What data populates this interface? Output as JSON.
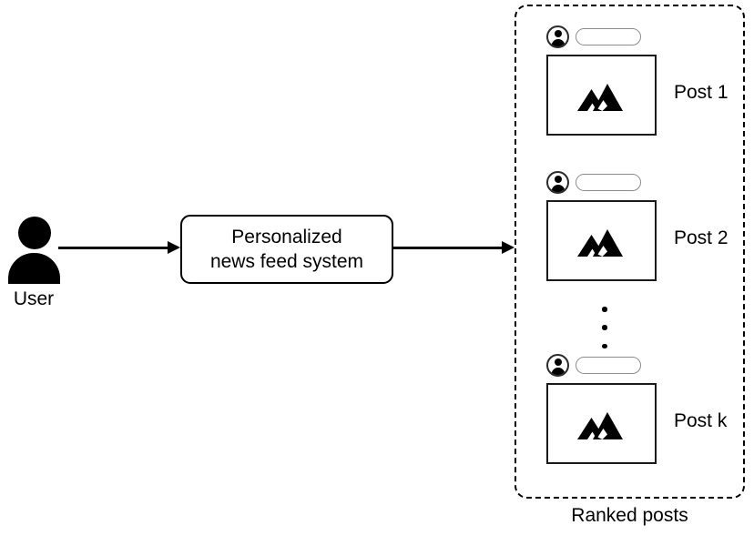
{
  "diagram": {
    "title": "Personalized news feed system flow",
    "background_color": "#ffffff",
    "stroke_color": "#000000"
  },
  "actor": {
    "name": "user-actor",
    "label": "User",
    "icon": "person-icon"
  },
  "flow": {
    "arrow_user_to_system": "arrow-right-icon",
    "arrow_system_to_posts": "arrow-right-icon"
  },
  "system": {
    "label": "Personalized\nnews feed system",
    "shape": "rounded-rectangle"
  },
  "ranked_posts": {
    "caption": "Ranked posts",
    "container_style": "dashed-rounded-rectangle",
    "ellipsis": "vertical-ellipsis",
    "posts": [
      {
        "label": "Post 1",
        "avatar_icon": "avatar-person-icon",
        "name_placeholder": "",
        "image_icon": "mountain-image-icon"
      },
      {
        "label": "Post 2",
        "avatar_icon": "avatar-person-icon",
        "name_placeholder": "",
        "image_icon": "mountain-image-icon"
      },
      {
        "label": "Post k",
        "avatar_icon": "avatar-person-icon",
        "name_placeholder": "",
        "image_icon": "mountain-image-icon"
      }
    ]
  }
}
